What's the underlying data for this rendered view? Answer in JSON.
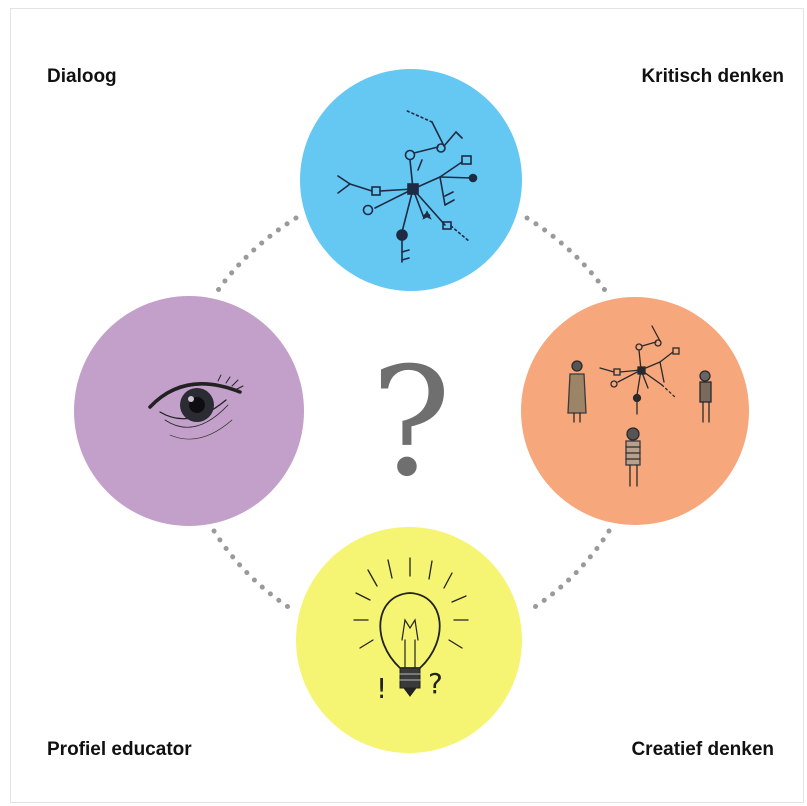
{
  "labels": {
    "top_left": "Dialoog",
    "top_right": "Kritisch denken",
    "bottom_left": "Profiel educator",
    "bottom_right": "Creatief denken"
  },
  "center_symbol": "?",
  "circles": {
    "top": {
      "color": "#64c8f3",
      "icon": "network-sketch-icon"
    },
    "left": {
      "color": "#c2a0c9",
      "icon": "eye-sketch-icon"
    },
    "right": {
      "color": "#f7a77c",
      "icon": "people-network-sketch-icon"
    },
    "bottom": {
      "color": "#f5f573",
      "icon": "lightbulb-sketch-icon"
    }
  },
  "bulb_marks": {
    "exclamation": "!",
    "question": "?"
  },
  "connector_color": "#9a9a9a"
}
